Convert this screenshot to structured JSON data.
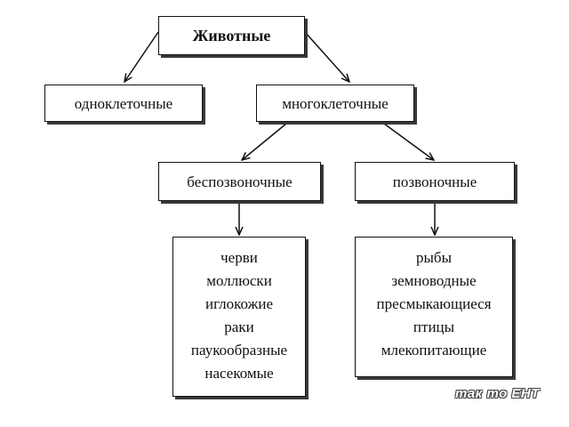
{
  "diagram": {
    "root": "Животные",
    "unicellular": "одноклеточные",
    "multicellular": "многоклеточные",
    "invertebrates": "беспозвоночные",
    "vertebrates": "позвоночные",
    "invertebrate_groups": [
      "черви",
      "моллюски",
      "иглокожие",
      "раки",
      "паукообразные",
      "насекомые"
    ],
    "vertebrate_groups": [
      "рыбы",
      "земноводные",
      "пресмыкающиеся",
      "птицы",
      "млекопитающие"
    ]
  },
  "watermark": "так то ЕНТ"
}
